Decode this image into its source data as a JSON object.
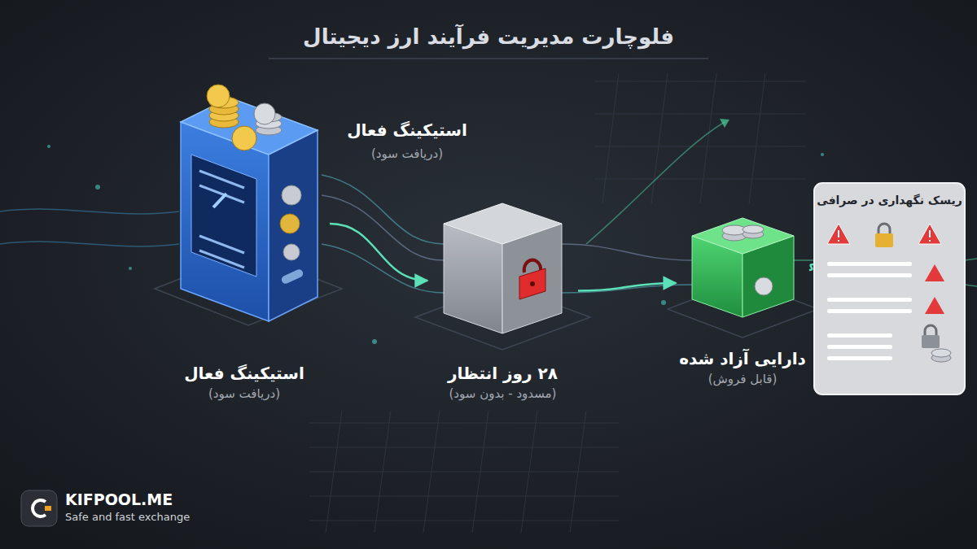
{
  "diagram": {
    "title": "فلوچارت مدیریت فرآیند ارز دیجیتال",
    "nodes": [
      {
        "text": [
          "استیکینگ فعال",
          "(دریافت سود)"
        ]
      },
      {
        "text": [
          "۲۸ روز انتظار",
          "(مسدود - بدون سود)"
        ]
      },
      {
        "text": [
          "دارایی آزاد شده",
          "(قابل فروش)"
        ]
      },
      {
        "text": [
          "ریسک نگهداری در صرافی"
        ]
      }
    ],
    "edges": [
      {
        "from": 0,
        "to": 1,
        "arrow": "to"
      },
      {
        "from": 1,
        "to": 2,
        "arrow": "to"
      },
      {
        "from": 2,
        "to": 3,
        "arrow": "none"
      }
    ],
    "labels": [
      "استیکینگ فعال",
      "(دریافت سود)",
      "KIFPOOL.ME",
      "Safe and fast exchange"
    ]
  }
}
